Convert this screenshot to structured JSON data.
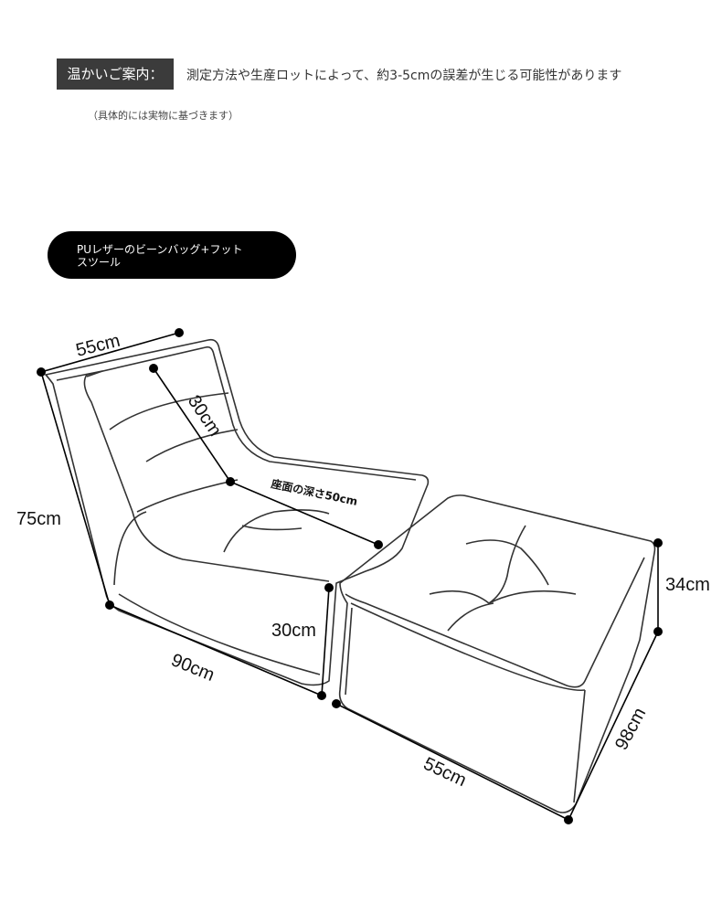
{
  "notice": {
    "label": "温かいご案内：",
    "text": "測定方法や生産ロットによって、約3-5cmの誤差が生じる可能性があります",
    "sub": "（具体的には実物に基づきます）"
  },
  "product_pill": {
    "line1": "PUレザーのビーンバッグ+フット",
    "line2": "スツール"
  },
  "dimensions": {
    "chair_top_width": "55cm",
    "backrest": "30cm",
    "seat_depth": "座面の深さ50cm",
    "chair_height": "75cm",
    "chair_length": "90cm",
    "seat_height": "30cm",
    "stool_height": "34cm",
    "stool_length": "98cm",
    "stool_width": "55cm"
  }
}
